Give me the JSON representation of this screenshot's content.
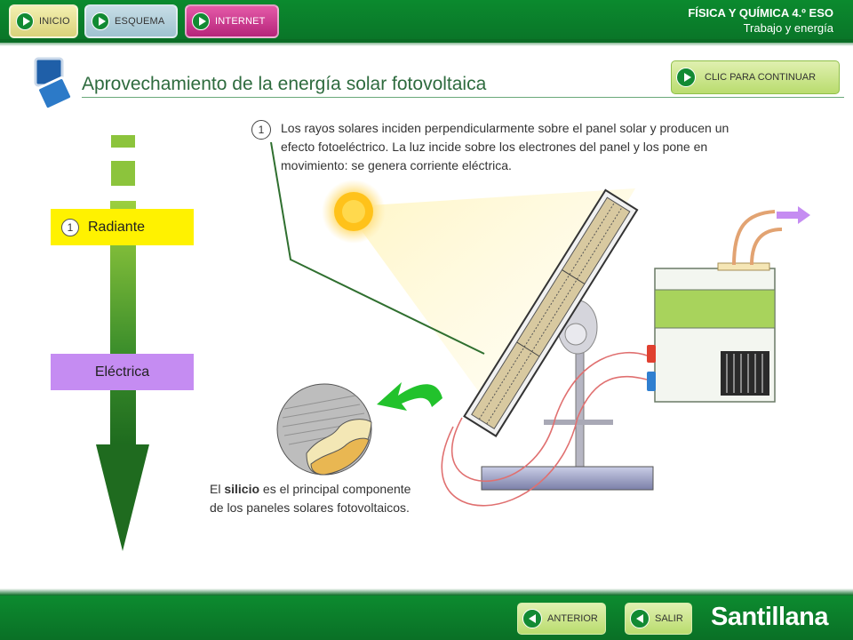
{
  "nav": {
    "inicio_label": "INICIO",
    "esquema_label": "ESQUEMA",
    "internet_label": "INTERNET"
  },
  "subject": {
    "title": "FÍSICA Y QUÍMICA 4.º ESO",
    "subtitle": "Trabajo y energía"
  },
  "page": {
    "title": "Aprovechamiento de la energía solar fotovoltaica",
    "continue_label": "CLIC PARA CONTINUAR"
  },
  "energy_chain": {
    "items": [
      {
        "number": "1",
        "label": "Radiante",
        "color": "#fff200"
      },
      {
        "number": "",
        "label": "Eléctrica",
        "color": "#c58cf2"
      }
    ]
  },
  "step1": {
    "number": "1",
    "text": "Los rayos solares inciden perpendicularmente sobre el panel solar y producen un efecto fotoeléctrico. La luz incide sobre los electrones del panel y los pone en movimiento: se genera corriente eléctrica."
  },
  "silicio": {
    "before": "El ",
    "bold": "silicio",
    "after": " es el principal componente de los paneles solares fotovoltaicos."
  },
  "footer": {
    "anterior_label": "ANTERIOR",
    "salir_label": "SALIR",
    "brand": "Santillana"
  },
  "colors": {
    "header_green": "#0b8a2e",
    "title_green": "#2e6b3e",
    "radiante": "#fff200",
    "electrica": "#c58cf2"
  }
}
